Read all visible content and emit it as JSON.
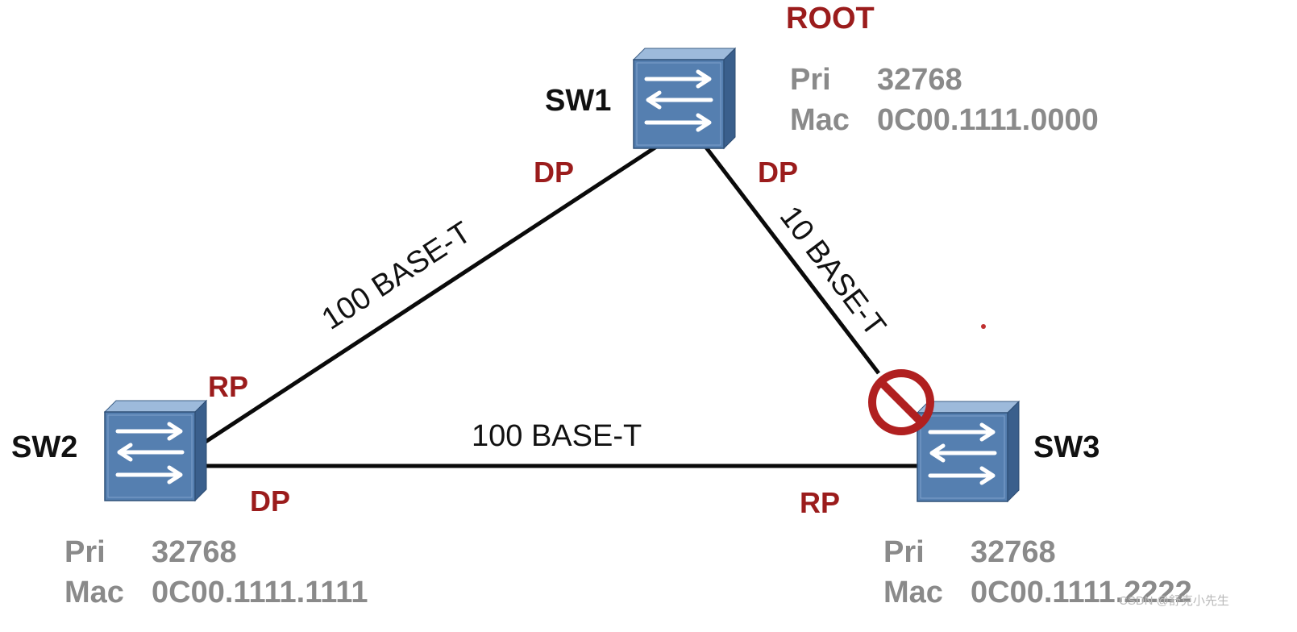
{
  "root_label": "ROOT",
  "switches": {
    "sw1": {
      "name": "SW1",
      "pri_label": "Pri",
      "pri_value": "32768",
      "mac_label": "Mac",
      "mac_value": "0C00.1111.0000"
    },
    "sw2": {
      "name": "SW2",
      "pri_label": "Pri",
      "pri_value": "32768",
      "mac_label": "Mac",
      "mac_value": "0C00.1111.1111"
    },
    "sw3": {
      "name": "SW3",
      "pri_label": "Pri",
      "pri_value": "32768",
      "mac_label": "Mac",
      "mac_value": "0C00.1111.2222"
    }
  },
  "links": {
    "sw1_sw2": "100 BASE-T",
    "sw1_sw3": "10 BASE-T",
    "sw2_sw3": "100 BASE-T"
  },
  "ports": {
    "sw1_to_sw2": "DP",
    "sw1_to_sw3": "DP",
    "sw2_to_sw1": "RP",
    "sw2_to_sw3": "DP",
    "sw3_to_sw2": "RP"
  },
  "colors": {
    "port_role": "#9b1c1c",
    "info_text": "#8a8a8a",
    "switch_face": "#4f79a9",
    "blocked": "#b02020"
  },
  "icons": [
    "switch-icon",
    "blocked-port-icon"
  ],
  "watermark": "CSDN @舒克小先生"
}
